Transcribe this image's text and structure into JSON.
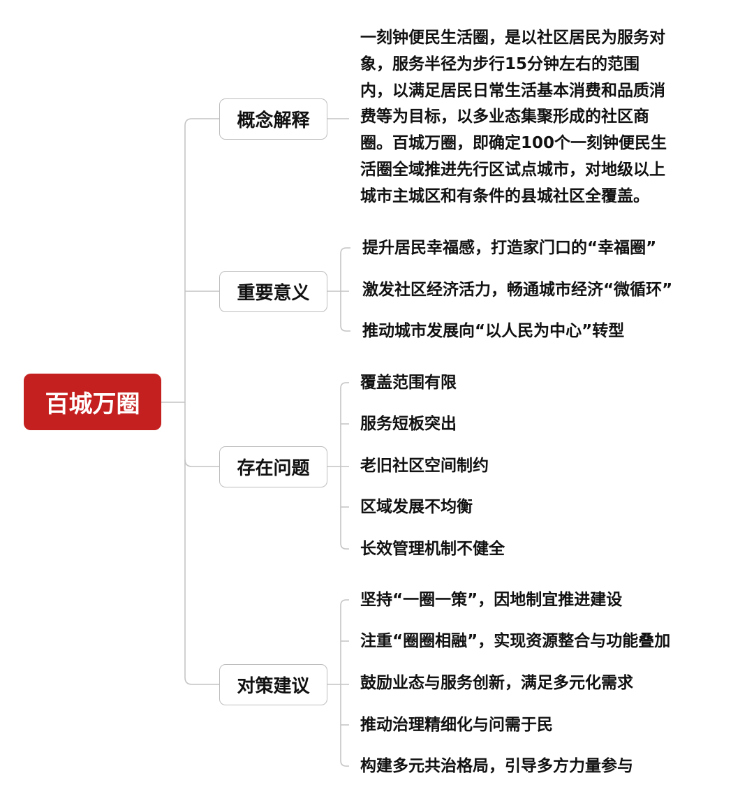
{
  "root": {
    "label": "百城万圈",
    "color": "#c4201f"
  },
  "branches": [
    {
      "label": "概念解释",
      "paragraph_lines": [
        "一刻钟便民生活圈，是以社区居民为服务对",
        "象，服务半径为步行15分钟左右的范围",
        "内，以满足居民日常生活基本消费和品质消",
        "费等为目标，以多业态集聚形成的社区商",
        "圈。百城万圈，即确定100个一刻钟便民生",
        "活圈全域推进先行区试点城市，对地级以上",
        "城市主城区和有条件的县城社区全覆盖。"
      ]
    },
    {
      "label": "重要意义",
      "items": [
        "提升居民幸福感，打造家门口的“幸福圈”",
        "激发社区经济活力，畅通城市经济“微循环”",
        "推动城市发展向“以人民为中心”转型"
      ]
    },
    {
      "label": "存在问题",
      "items": [
        "覆盖范围有限",
        "服务短板突出",
        "老旧社区空间制约",
        "区域发展不均衡",
        "长效管理机制不健全"
      ]
    },
    {
      "label": "对策建议",
      "items": [
        "坚持“一圈一策”，因地制宜推进建设",
        "注重“圈圈相融”，实现资源整合与功能叠加",
        "鼓励业态与服务创新，满足多元化需求",
        "推动治理精细化与问需于民",
        "构建多元共治格局，引导多方力量参与"
      ]
    }
  ]
}
